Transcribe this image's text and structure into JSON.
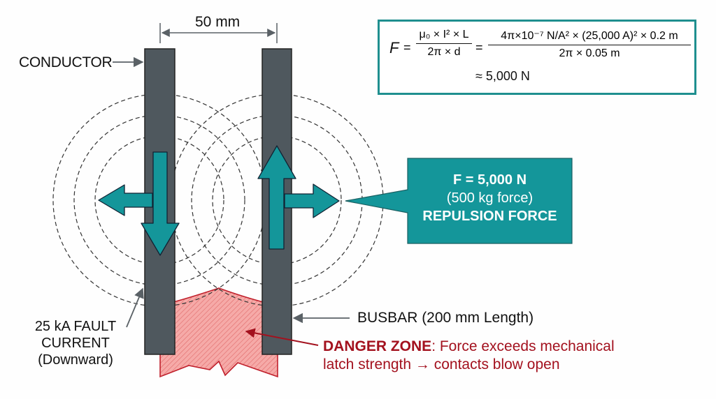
{
  "labels": {
    "conductor": "CONDUCTOR",
    "distance": "50 mm",
    "fault_current_line1": "25 kA FAULT",
    "fault_current_line2": "CURRENT",
    "fault_current_line3": "(Downward)",
    "busbar": "BUSBAR (200 mm Length)",
    "danger_title": "DANGER ZONE",
    "danger_text_line1": ": Force exceeds mechanical",
    "danger_text_line2": "latch strength → contacts blow open"
  },
  "formula": {
    "lhs": "F",
    "eq": "=",
    "frac1_num": "μ₀ × I² × L",
    "frac1_den": "2π × d",
    "frac2_num": "4π×10⁻⁷ N/A² × (25,000 A)² × 0.2 m",
    "frac2_den": "2π × 0.05 m",
    "result": "≈ 5,000 N"
  },
  "callout": {
    "line1": "F = 5,000 N",
    "line2": "(500 kg force)",
    "line3": "REPULSION FORCE"
  },
  "colors": {
    "conductor": "#4f585e",
    "teal": "#14969a",
    "danger": "#a3111e",
    "danger_fill": "#f4a0a0",
    "field_line": "#333333"
  }
}
